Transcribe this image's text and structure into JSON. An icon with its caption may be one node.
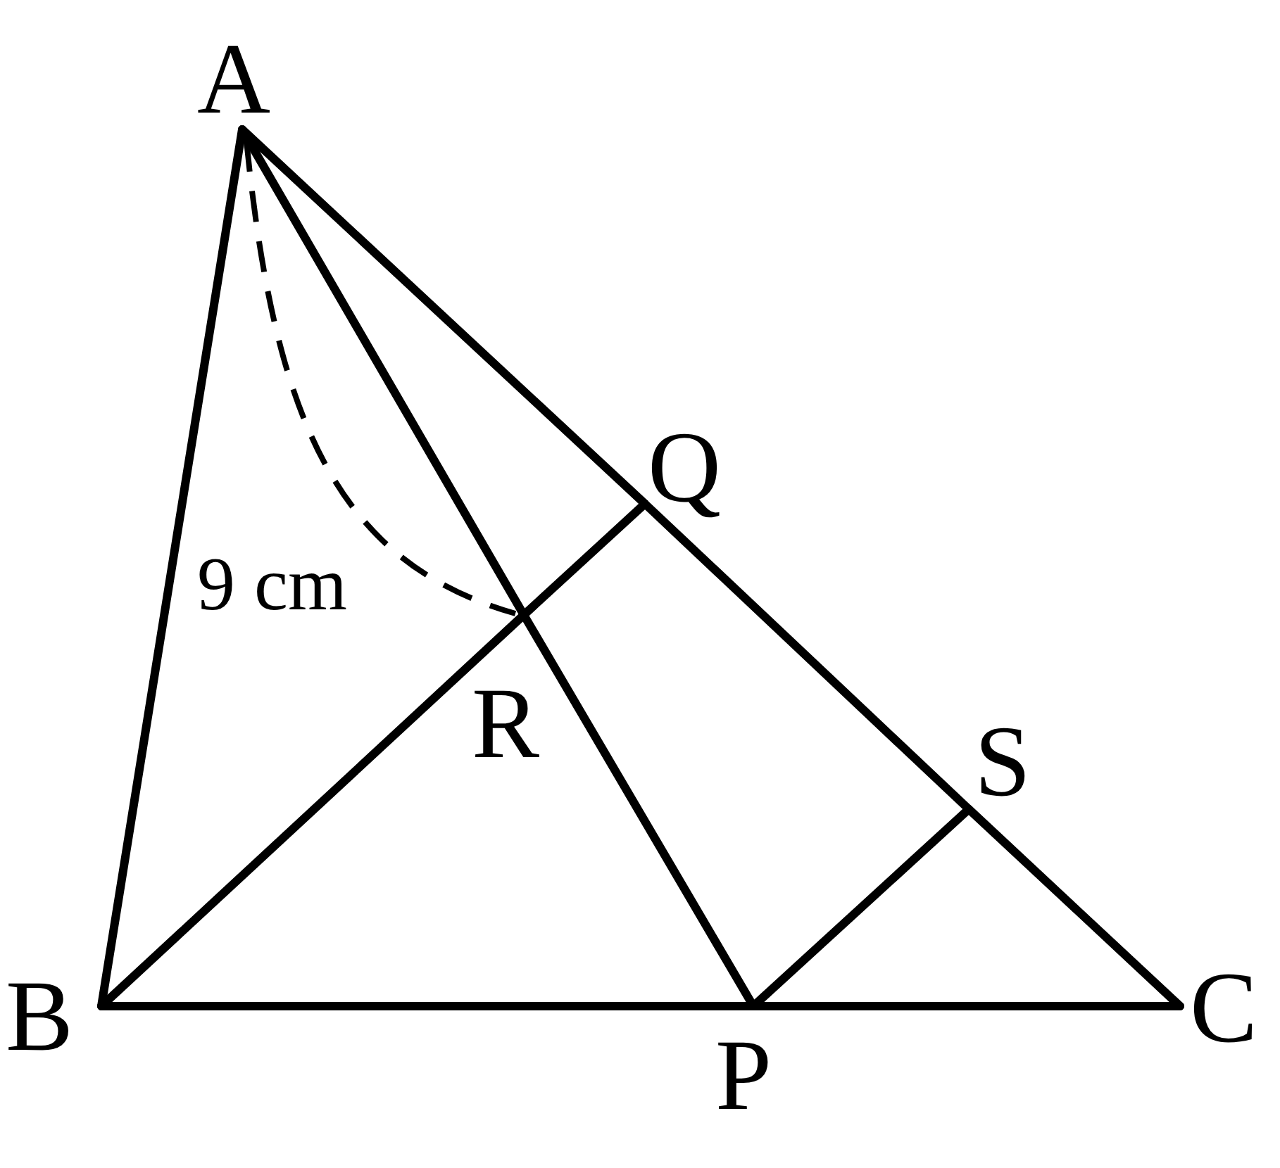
{
  "diagram": {
    "nodes": [
      {
        "text": [
          "A"
        ]
      },
      {
        "text": [
          "B"
        ]
      },
      {
        "text": [
          "C"
        ]
      },
      {
        "text": [
          "P"
        ]
      },
      {
        "text": [
          "Q"
        ]
      },
      {
        "text": [
          "R"
        ]
      },
      {
        "text": [
          "S"
        ]
      }
    ],
    "edges": [
      {
        "from": 0,
        "to": 1,
        "arrow": "none"
      },
      {
        "from": 0,
        "to": 4,
        "arrow": "none"
      },
      {
        "from": 4,
        "to": 6,
        "arrow": "none"
      },
      {
        "from": 6,
        "to": 2,
        "arrow": "none"
      },
      {
        "from": 1,
        "to": 3,
        "arrow": "none"
      },
      {
        "from": 3,
        "to": 2,
        "arrow": "none"
      },
      {
        "from": 0,
        "to": 5,
        "arrow": "none"
      },
      {
        "from": 5,
        "to": 3,
        "arrow": "none"
      },
      {
        "from": 1,
        "to": 5,
        "arrow": "none"
      },
      {
        "from": 5,
        "to": 4,
        "arrow": "none"
      },
      {
        "from": 3,
        "to": 6,
        "arrow": "none"
      }
    ],
    "labels": [
      "9 cm"
    ]
  }
}
